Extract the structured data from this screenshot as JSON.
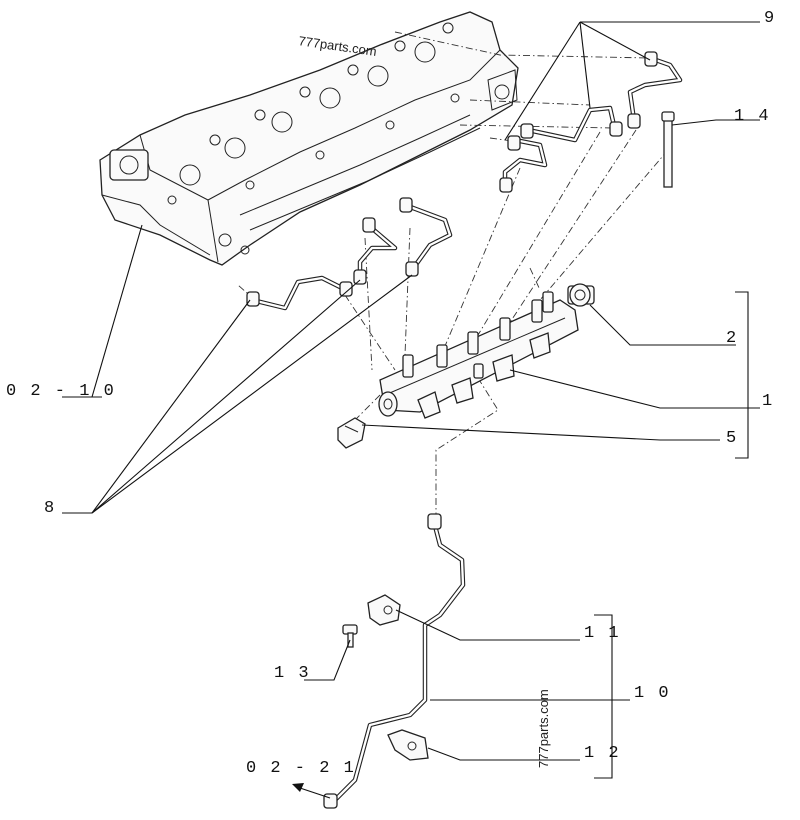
{
  "watermarks": [
    "777parts.com",
    "777parts.com"
  ],
  "callouts": {
    "c1": "1",
    "c2": "2",
    "c5": "5",
    "c8": "8",
    "c9": "9",
    "c10": "1 0",
    "c11": "1 1",
    "c12": "1 2",
    "c13": "1 3",
    "c14": "1 4",
    "ref_0210": "0 2 - 1 0",
    "ref_0221": "0 2 - 2 1"
  },
  "colors": {
    "line": "#222222",
    "background": "#ffffff"
  }
}
